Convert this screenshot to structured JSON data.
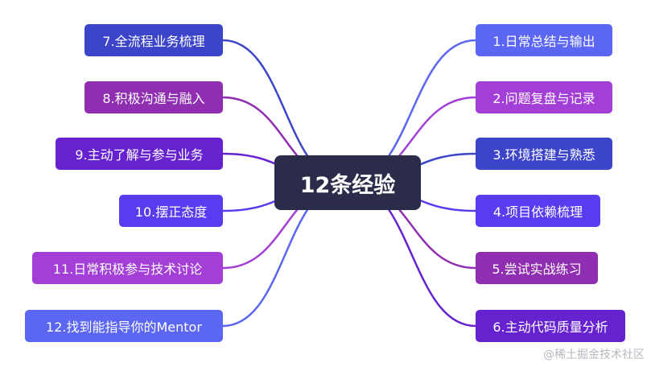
{
  "center": {
    "label": "12条经验"
  },
  "watermark": "@稀土掘金技术社区",
  "colors": {
    "blue": "#5b66f2",
    "purple": "#a33fd6",
    "indigo": "#3c45c9",
    "violet": "#5a28cf",
    "magenta": "#8f2eb0",
    "deep_violet": "#6722cf",
    "center_bg": "#2b2c49"
  },
  "right_items": [
    {
      "label": "1.日常总结与输出",
      "color": "#5b66f2"
    },
    {
      "label": "2.问题复盘与记录",
      "color": "#a33fd6"
    },
    {
      "label": "3.环境搭建与熟悉",
      "color": "#3c45c9"
    },
    {
      "label": "4.项目依赖梳理",
      "color": "#5a3cf0"
    },
    {
      "label": "5.尝试实战练习",
      "color": "#8f2eb0"
    },
    {
      "label": "6.主动代码质量分析",
      "color": "#6722cf"
    }
  ],
  "left_items": [
    {
      "label": "7.全流程业务梳理",
      "color": "#3c45c9"
    },
    {
      "label": "8.积极沟通与融入",
      "color": "#8f2eb0"
    },
    {
      "label": "9.主动了解与参与业务",
      "color": "#6722cf"
    },
    {
      "label": "10.摆正态度",
      "color": "#5a3cf0"
    },
    {
      "label": "11.日常积极参与技术讨论",
      "color": "#a33fd6"
    },
    {
      "label": "12.找到能指导你的Mentor",
      "color": "#5b66f2"
    }
  ]
}
